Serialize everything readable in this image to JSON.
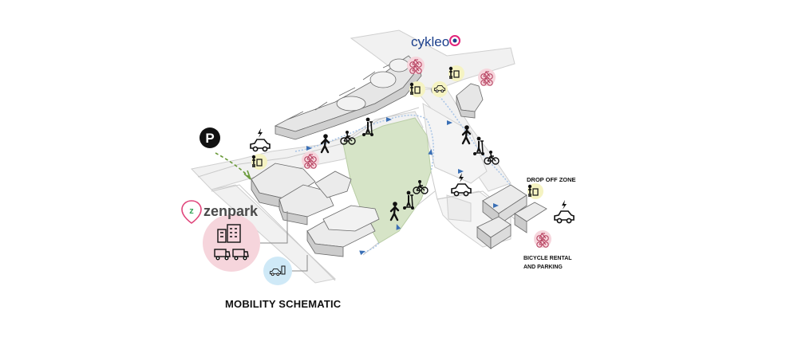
{
  "diagram": {
    "title": "MOBILITY SCHEMATIC",
    "brands": {
      "cykleo": "cykleo",
      "zenpark": "zenpark",
      "zenpark_mark": "z",
      "parking_mark": "P"
    },
    "annotations": {
      "drop_off": "DROP OFF ZONE",
      "bike_rental_line1": "BICYCLE RENTAL",
      "bike_rental_line2": "AND PARKING"
    },
    "colors": {
      "green_space": "#d6e4c7",
      "road": "#f0f0f0",
      "road_edge": "#c8c8c8",
      "bike_circle": "#f6d5dc",
      "bike_icon": "#b33a5a",
      "parking_circle": "#f5f3c2",
      "ev_circle": "#cfe9f7",
      "arrow": "#3a6fb5",
      "cykleo_blue": "#1b3f8c",
      "cykleo_pink": "#e2247a",
      "zenpark_green": "#3aa55c",
      "zenpark_pink": "#e0457b"
    },
    "icons": [
      "parking-icon",
      "ev-car-icon",
      "pedestrian-icon",
      "bicycle-icon",
      "scooter-icon",
      "car-icon",
      "bike-rental-icon",
      "drop-off-icon",
      "building-icon",
      "van-icon",
      "ev-charging-icon",
      "flow-arrow-icon"
    ]
  }
}
